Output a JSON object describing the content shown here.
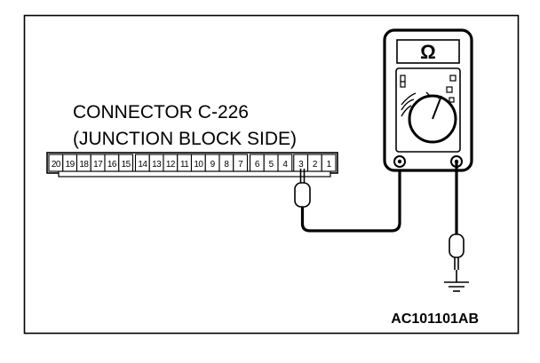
{
  "connector": {
    "title": "CONNECTOR C-226",
    "subtitle": "(JUNCTION BLOCK SIDE)",
    "pins": [
      "20",
      "19",
      "18",
      "17",
      "16",
      "15",
      "14",
      "13",
      "12",
      "11",
      "10",
      "9",
      "8",
      "7",
      "6",
      "5",
      "4",
      "3",
      "2",
      "1"
    ],
    "probed_pin": "3"
  },
  "meter": {
    "symbol": "Ω",
    "icon": "ohmmeter-icon"
  },
  "ground": {
    "icon": "ground-symbol-icon"
  },
  "figure": {
    "code": "AC101101AB"
  }
}
